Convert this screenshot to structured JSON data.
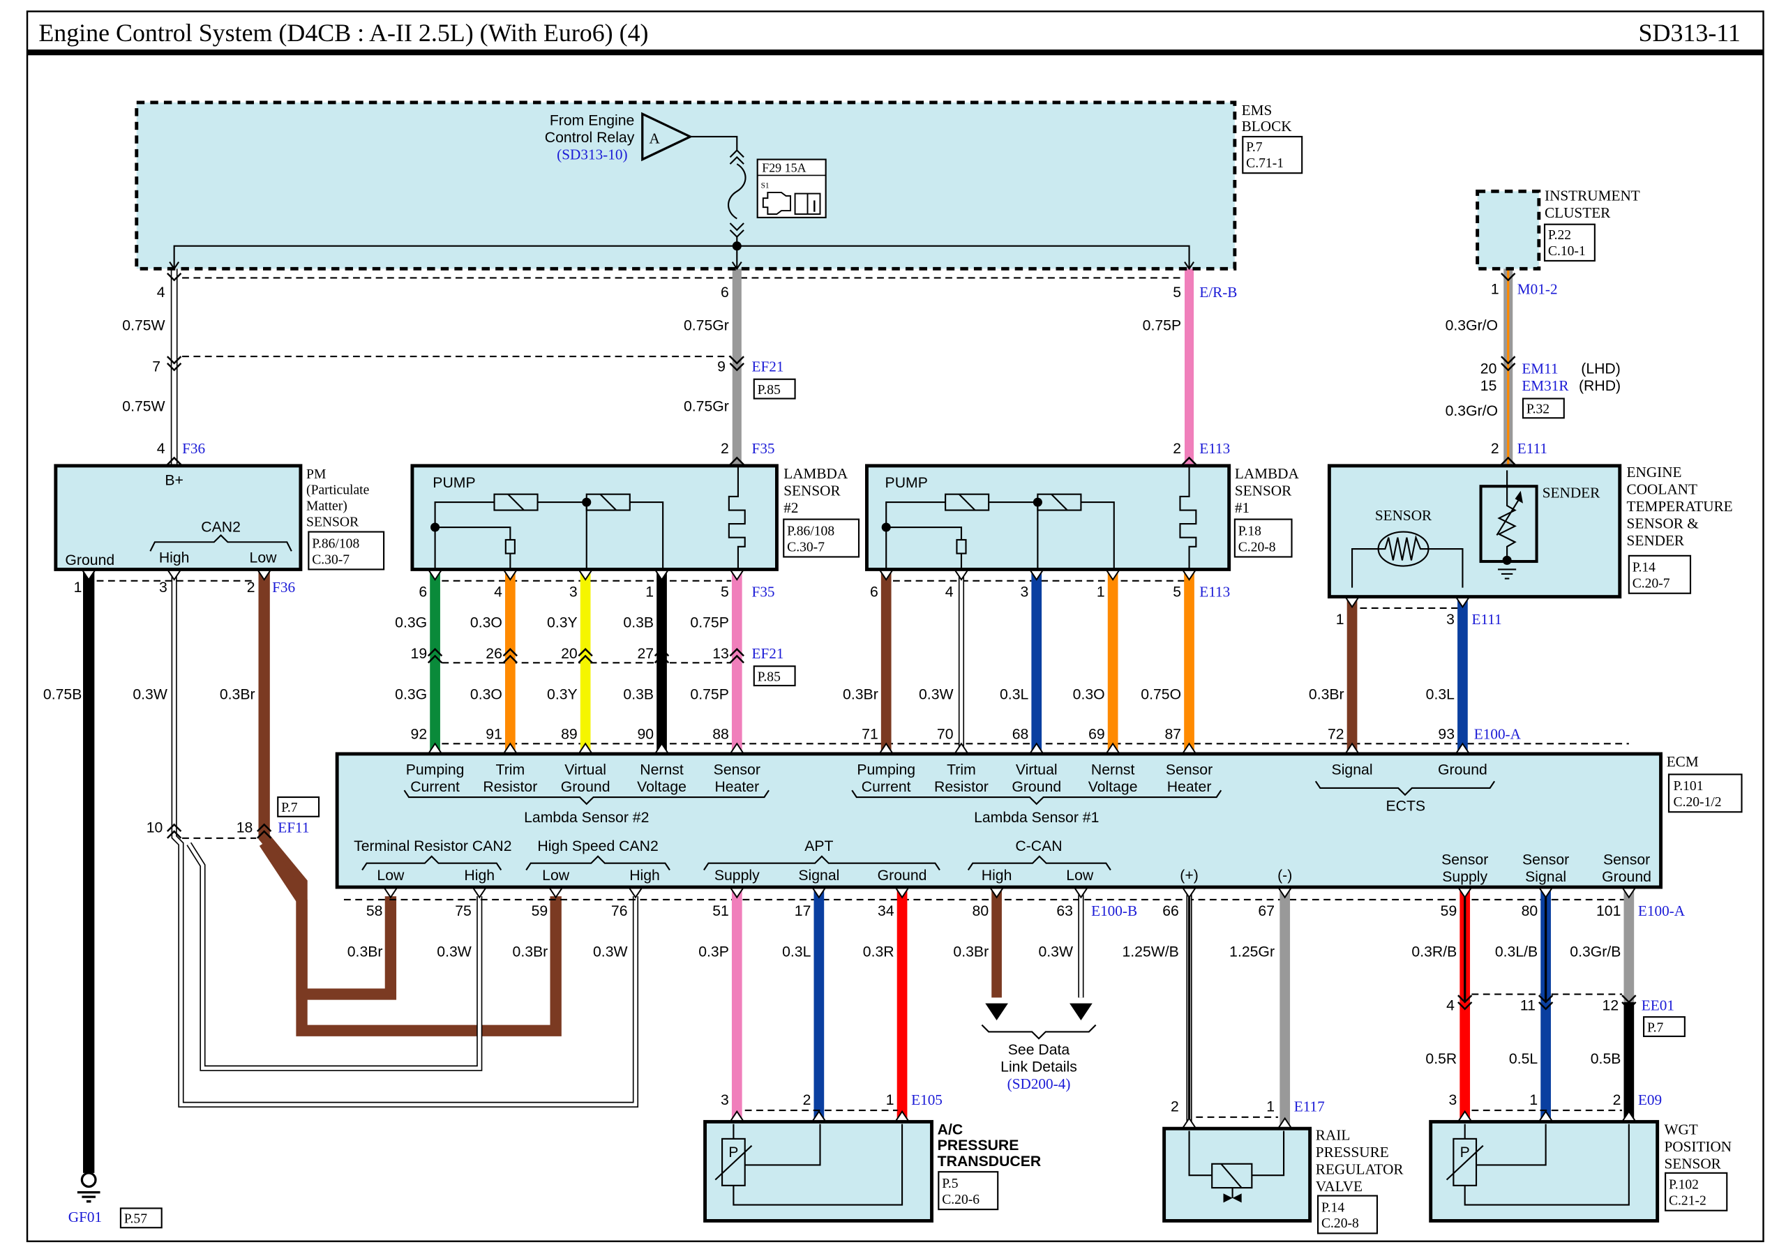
{
  "header": {
    "title": "Engine Control System (D4CB : A-II 2.5L) (With Euro6) (4)",
    "page_code": "SD313-11"
  },
  "colors": {
    "component_fill": "#cbeaf0",
    "link_blue": "#1a1ad6",
    "W": "#ffffff",
    "Gr": "#999999",
    "P": "#f07fbb",
    "G": "#0a8a3a",
    "O": "#ff8a00",
    "Y": "#f5f500",
    "B": "#000000",
    "Br": "#7b3a22",
    "L": "#0a3fa0",
    "R": "#ff0000",
    "GrO": "#999999"
  },
  "ems": {
    "name_1": "EMS",
    "name_2": "BLOCK",
    "ref_1": "P.7",
    "ref_2": "C.71-1",
    "relay_line1": "From Engine",
    "relay_line2": "Control Relay",
    "relay_ref": "(SD313-10)",
    "relay_letter": "A",
    "fuse_label": "F29 15A",
    "fuse_sub": "S1"
  },
  "instrument_cluster": {
    "name_1": "INSTRUMENT",
    "name_2": "CLUSTER",
    "ref_1": "P.22",
    "ref_2": "C.10-1"
  },
  "pm_sensor": {
    "name": [
      "PM",
      "(Particulate",
      "Matter)",
      "SENSOR"
    ],
    "ref_1": "P.86/108",
    "ref_2": "C.30-7",
    "bplus": "B+",
    "can": "CAN2",
    "ground": "Ground",
    "high": "High",
    "low": "Low"
  },
  "lambda2": {
    "name": [
      "LAMBDA",
      "SENSOR",
      "#2"
    ],
    "ref_1": "P.86/108",
    "ref_2": "C.30-7",
    "pump": "PUMP"
  },
  "lambda1": {
    "name": [
      "LAMBDA",
      "SENSOR",
      "#1"
    ],
    "ref_1": "P.18",
    "ref_2": "C.20-8",
    "pump": "PUMP"
  },
  "ects": {
    "name": [
      "ENGINE",
      "COOLANT",
      "TEMPERATURE",
      "SENSOR &",
      "SENDER"
    ],
    "ref_1": "P.14",
    "ref_2": "C.20-7",
    "sensor": "SENSOR",
    "sender": "SENDER"
  },
  "ecm": {
    "name": "ECM",
    "ref_1": "P.101",
    "ref_2": "C.20-1/2",
    "lambda2_group": "Lambda Sensor #2",
    "lambda1_group": "Lambda Sensor #1",
    "ects_group": "ECTS",
    "lambda_pins": [
      [
        "Pumping",
        "Current"
      ],
      [
        "Trim",
        "Resistor"
      ],
      [
        "Virtual",
        "Ground"
      ],
      [
        "Nernst",
        "Voltage"
      ],
      [
        "Sensor",
        "Heater"
      ]
    ],
    "ects_signal": "Signal",
    "ects_ground": "Ground",
    "term_res": "Terminal Resistor CAN2",
    "hs_can": "High Speed CAN2",
    "apt": "APT",
    "ccan": "C-CAN",
    "low": "Low",
    "high": "High",
    "supply": "Supply",
    "signal": "Signal",
    "ground": "Ground",
    "plus": "(+)",
    "minus": "(-)",
    "sensor_supply": [
      "Sensor",
      "Supply"
    ],
    "sensor_signal": [
      "Sensor",
      "Signal"
    ],
    "sensor_ground": [
      "Sensor",
      "Ground"
    ]
  },
  "apt_sensor": {
    "name": [
      "A/C",
      "PRESSURE",
      "TRANSDUCER"
    ],
    "ref_1": "P.5",
    "ref_2": "C.20-6",
    "p": "P"
  },
  "rail_valve": {
    "name": [
      "RAIL",
      "PRESSURE",
      "REGULATOR",
      "VALVE"
    ],
    "ref_1": "P.14",
    "ref_2": "C.20-8"
  },
  "wgt_sensor": {
    "name": [
      "WGT",
      "POSITION",
      "SENSOR"
    ],
    "ref_1": "P.102",
    "ref_2": "C.21-2",
    "p": "P"
  },
  "data_link": {
    "line1": "See Data",
    "line2": "Link Details",
    "ref": "(SD200-4)"
  },
  "ground": {
    "name": "GF01",
    "ref": "P.57"
  },
  "connectors": {
    "F36": "F36",
    "F35": "F35",
    "EF21": "EF21",
    "E113": "E113",
    "ER_B": "E/R-B",
    "M01_2": "M01-2",
    "EM11": "EM11",
    "LHD": "(LHD)",
    "EM31R": "EM31R",
    "RHD": "(RHD)",
    "E111": "E111",
    "E100_A": "E100-A",
    "E100_B": "E100-B",
    "EF11": "EF11",
    "E105": "E105",
    "E117": "E117",
    "EE01": "EE01",
    "E09": "E09",
    "P85": "P.85",
    "P32": "P.32",
    "P7": "P.7"
  },
  "wires": {
    "ems_w": {
      "pin_top": "4",
      "label1": "0.75W",
      "pin_mid": "7",
      "label2": "0.75W",
      "pin_bot": "4"
    },
    "ems_gr": {
      "pin_top": "6",
      "label1": "0.75Gr",
      "pin_mid": "9",
      "label2": "0.75Gr",
      "pin_bot": "2"
    },
    "ems_p": {
      "pin_top": "5",
      "label1": "0.75P",
      "pin_bot": "2"
    },
    "cluster": {
      "pin_top": "1",
      "label1": "0.3Gr/O",
      "pin_mid_a": "20",
      "pin_mid_b": "15",
      "label2": "0.3Gr/O",
      "pin_bot": "2"
    },
    "pm": [
      {
        "pin": "1",
        "label": "0.75B"
      },
      {
        "pin": "3",
        "label": "0.3W",
        "splice": "10"
      },
      {
        "pin": "2",
        "label": "0.3Br",
        "splice": "18"
      }
    ],
    "lambda2": [
      {
        "pin_top": "6",
        "label": "0.3G",
        "pin_mid": "19",
        "label2": "0.3G",
        "ecm_pin": "92"
      },
      {
        "pin_top": "4",
        "label": "0.3O",
        "pin_mid": "26",
        "label2": "0.3O",
        "ecm_pin": "91"
      },
      {
        "pin_top": "3",
        "label": "0.3Y",
        "pin_mid": "20",
        "label2": "0.3Y",
        "ecm_pin": "89"
      },
      {
        "pin_top": "1",
        "label": "0.3B",
        "pin_mid": "27",
        "label2": "0.3B",
        "ecm_pin": "90"
      },
      {
        "pin_top": "5",
        "label": "0.75P",
        "pin_mid": "13",
        "label2": "0.75P",
        "ecm_pin": "88"
      }
    ],
    "lambda1": [
      {
        "pin_top": "6",
        "label": "0.3Br",
        "ecm_pin": "71"
      },
      {
        "pin_top": "4",
        "label": "0.3W",
        "ecm_pin": "70"
      },
      {
        "pin_top": "3",
        "label": "0.3L",
        "ecm_pin": "68"
      },
      {
        "pin_top": "1",
        "label": "0.3O",
        "ecm_pin": "69"
      },
      {
        "pin_top": "5",
        "label": "0.75O",
        "ecm_pin": "87"
      }
    ],
    "ects": [
      {
        "pin_top": "1",
        "label": "0.3Br",
        "ecm_pin": "72"
      },
      {
        "pin_top": "3",
        "label": "0.3L",
        "ecm_pin": "93"
      }
    ],
    "can": [
      {
        "ecm_pin": "58",
        "label": "0.3Br"
      },
      {
        "ecm_pin": "75",
        "label": "0.3W"
      },
      {
        "ecm_pin": "59",
        "label": "0.3Br"
      },
      {
        "ecm_pin": "76",
        "label": "0.3W"
      }
    ],
    "apt": [
      {
        "ecm_pin": "51",
        "label": "0.3P",
        "pin_bot": "3"
      },
      {
        "ecm_pin": "17",
        "label": "0.3L",
        "pin_bot": "2"
      },
      {
        "ecm_pin": "34",
        "label": "0.3R",
        "pin_bot": "1"
      }
    ],
    "ccan": [
      {
        "ecm_pin": "80",
        "label": "0.3Br"
      },
      {
        "ecm_pin": "63",
        "label": "0.3W"
      }
    ],
    "rail": [
      {
        "ecm_pin": "66",
        "label": "1.25W/B",
        "pin_bot": "2"
      },
      {
        "ecm_pin": "67",
        "label": "1.25Gr",
        "pin_bot": "1"
      }
    ],
    "wgt": [
      {
        "ecm_pin": "59",
        "label": "0.3R/B",
        "pin_mid": "4",
        "label2": "0.5R",
        "pin_bot": "3"
      },
      {
        "ecm_pin": "80",
        "label": "0.3L/B",
        "pin_mid": "11",
        "label2": "0.5L",
        "pin_bot": "1"
      },
      {
        "ecm_pin": "101",
        "label": "0.3Gr/B",
        "pin_mid": "12",
        "label2": "0.5B",
        "pin_bot": "2"
      }
    ]
  }
}
